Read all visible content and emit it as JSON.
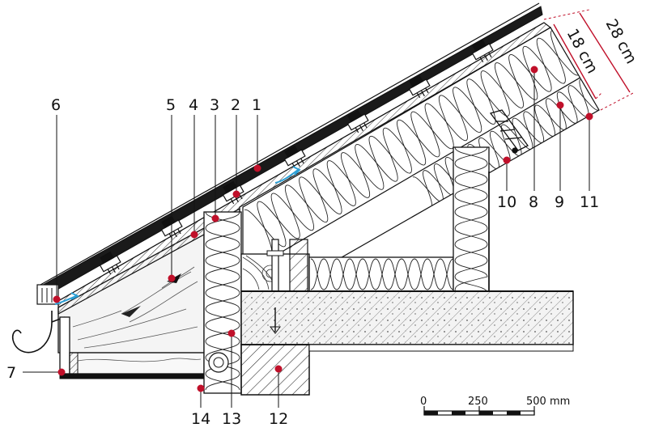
{
  "labels": {
    "l1": "1",
    "l2": "2",
    "l3": "3",
    "l4": "4",
    "l5": "5",
    "l6": "6",
    "l7": "7",
    "l8": "8",
    "l9": "9",
    "l10": "10",
    "l11": "11",
    "l12": "12",
    "l13": "13",
    "l14": "14"
  },
  "dimensions": {
    "inner": "18 cm",
    "outer": "28 cm"
  },
  "scale_bar": {
    "t0": "0",
    "t250": "250",
    "t500": "500 mm"
  },
  "colors": {
    "marker": "#c0102a",
    "airflow": "#2a9fd6",
    "line": "#111111"
  }
}
